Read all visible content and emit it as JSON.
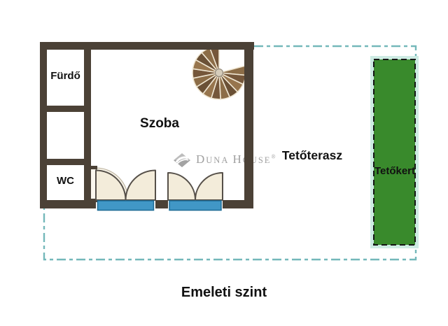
{
  "floorplan": {
    "labels": {
      "bathroom": "Fürdő",
      "room": "Szoba",
      "wc": "WC",
      "roof_terrace": "Tetőterasz",
      "roof_garden": "Tetőkert"
    },
    "caption": "Emeleti szint"
  },
  "watermark": {
    "d": "D",
    "una": "UNA",
    "h": "H",
    "ouse": "OUSE",
    "reg": "®"
  },
  "colors": {
    "wall": "#4b4136",
    "door_leaf_fill": "#f3ecda",
    "door_arc_stroke": "#565049",
    "sill_blue": "#4197c6",
    "sill_border": "#1d6b95",
    "terrace_dash_teal": "#74b8ba",
    "garden_green": "#398a2c",
    "garden_halo": "#cdebe3",
    "garden_border_dash": "#151515",
    "stair_browns": [
      "#8c6d47",
      "#75573a",
      "#97754d",
      "#6b5136"
    ],
    "watermark_gray": "#a0a0a0",
    "label_black": "#111111"
  }
}
